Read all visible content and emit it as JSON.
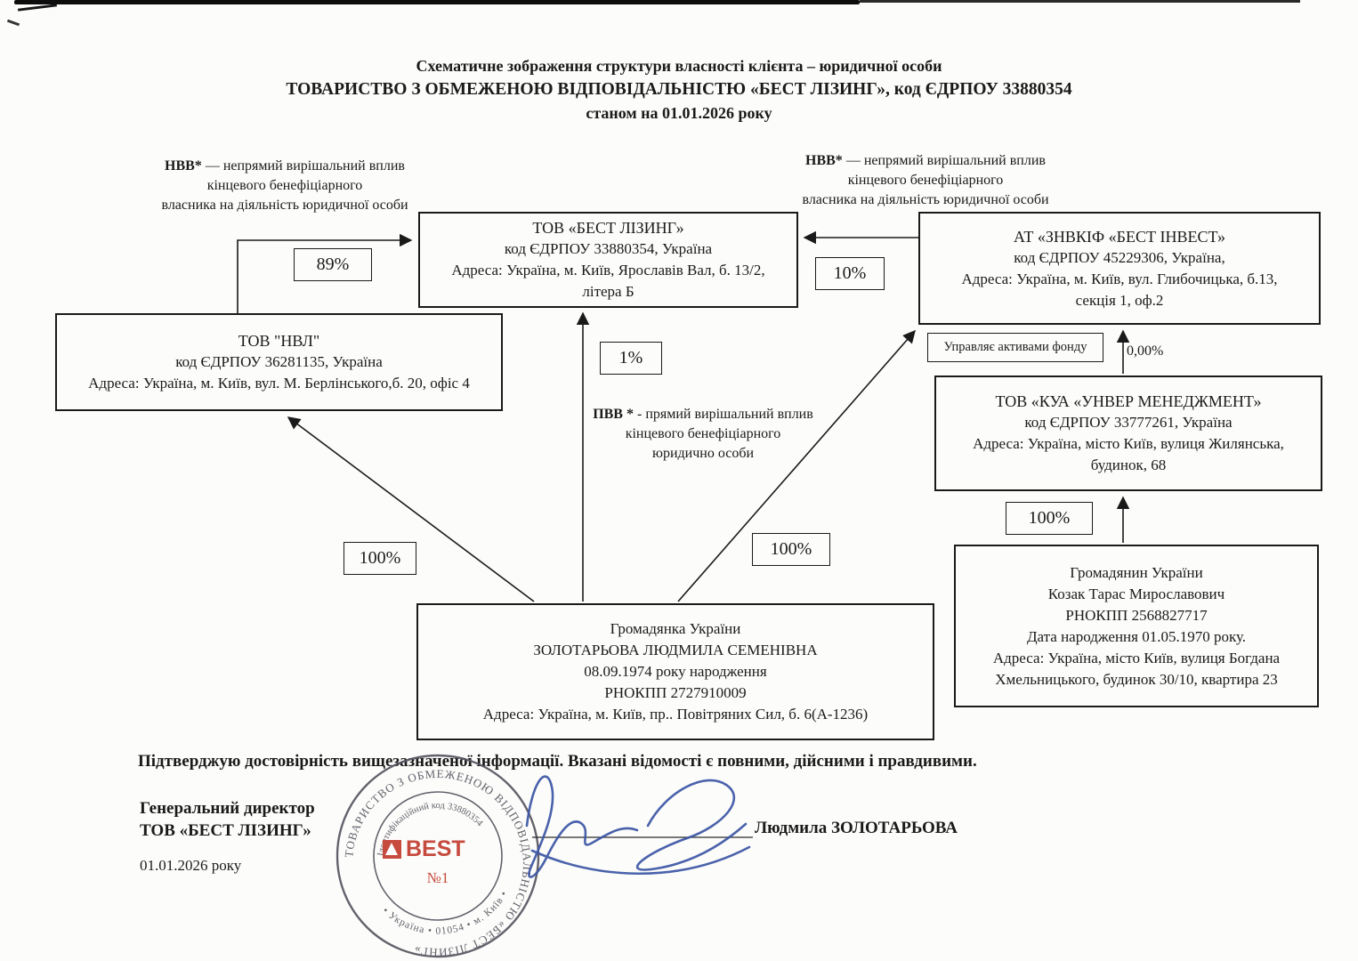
{
  "title": {
    "line1": "Схематичне зображення структури власності клієнта – юридичної особи",
    "line2": "ТОВАРИСТВО З ОБМЕЖЕНОЮ ВІДПОВІДАЛЬНІСТЮ «БЕСТ ЛІЗИНГ», код ЄДРПОУ 33880354",
    "line3": "станом на 01.01.2026 року"
  },
  "notes": {
    "hbb_left": {
      "term": "НВВ*",
      "line1_rest": " — непрямий вирішальний вплив",
      "line2": "кінцевого бенефіціарного",
      "line3": "власника на діяльність юридичної особи"
    },
    "hbb_right": {
      "term": "НВВ*",
      "line1_rest": " — непрямий вирішальний вплив",
      "line2": "кінцевого бенефіціарного",
      "line3": "власника на діяльність юридичної особи"
    },
    "pvv": {
      "term": "ПВВ *",
      "line1_rest": " - прямий вирішальний вплив",
      "line2": "кінцевого бенефіціарного",
      "line3": "юридично особи"
    }
  },
  "nodes": {
    "best_leasing": {
      "lines": [
        "ТОВ «БЕСТ ЛІЗИНГ»",
        "код ЄДРПОУ 33880354, Україна",
        "Адреса: Україна, м. Київ, Ярославів Вал, б. 13/2,",
        "літера Б"
      ]
    },
    "best_invest": {
      "lines": [
        "АТ «ЗНВКІФ «БЕСТ ІНВЕСТ»",
        "код ЄДРПОУ 45229306, Україна,",
        "Адреса: Україна, м. Київ, вул. Глибочицька, б.13,",
        "секція 1, оф.2"
      ]
    },
    "nvl": {
      "lines": [
        "ТОВ \"НВЛ\"",
        "код ЄДРПОУ 36281135, Україна",
        "Адреса: Україна, м. Київ, вул. М. Берлінського,б. 20, офіс 4"
      ]
    },
    "unver": {
      "lines": [
        "ТОВ «КУА «УНВЕР МЕНЕДЖМЕНТ»",
        "код ЄДРПОУ 33777261, Україна",
        "Адреса: Україна, місто Київ, вулиця Жилянська,",
        "будинок, 68"
      ]
    },
    "zolotarova": {
      "lines": [
        "Громадянка України",
        "ЗОЛОТАРЬОВА ЛЮДМИЛА СЕМЕНІВНА",
        "08.09.1974 року народження",
        "РНОКПП 2727910009",
        "Адреса: Україна, м. Київ, пр.. Повітряних Сил, б. 6(А-1236)"
      ]
    },
    "kozak": {
      "lines": [
        "Громадянин України",
        "Козак Тарас Мирославович",
        "РНОКПП 2568827717",
        "Дата народження 01.05.1970 року.",
        "Адреса: Україна, місто Київ, вулиця Богдана",
        "Хмельницького, будинок 30/10, квартира 23"
      ]
    }
  },
  "labels": {
    "pct_89": "89%",
    "pct_10": "10%",
    "pct_1": "1%",
    "pct_100_left": "100%",
    "pct_100_center": "100%",
    "pct_100_right": "100%",
    "pct_0": "0,00%",
    "fund_mgmt": "Управляє активами фонду"
  },
  "footer": {
    "statement": "Підтверджую достовірність вищезазначеної інформації. Вказані відомості є повними, дійсними і правдивими.",
    "role_line1": "Генеральний директор",
    "role_line2": "ТОВ «БЕСТ ЛІЗИНГ»",
    "date": "01.01.2026 року",
    "signer_name": "Людмила ЗОЛОТАРЬОВА"
  },
  "stamp": {
    "ring_text_top": "ТОВАРИСТВО З ОБМЕЖЕНОЮ ВІДПОВІДАЛЬНІСТЮ «БЕСТ ЛІЗИНГ»",
    "ring_text_bottom": "• Україна • 01054 • м. Київ •",
    "inner_text": "Ідентифікаційний код 33880354",
    "brand": "BEST",
    "number": "№1"
  },
  "colors": {
    "ink": "#1a1a1a",
    "signature_blue": "#3b55a5",
    "stamp_gray": "#555560",
    "stamp_red": "#c23b2f"
  }
}
